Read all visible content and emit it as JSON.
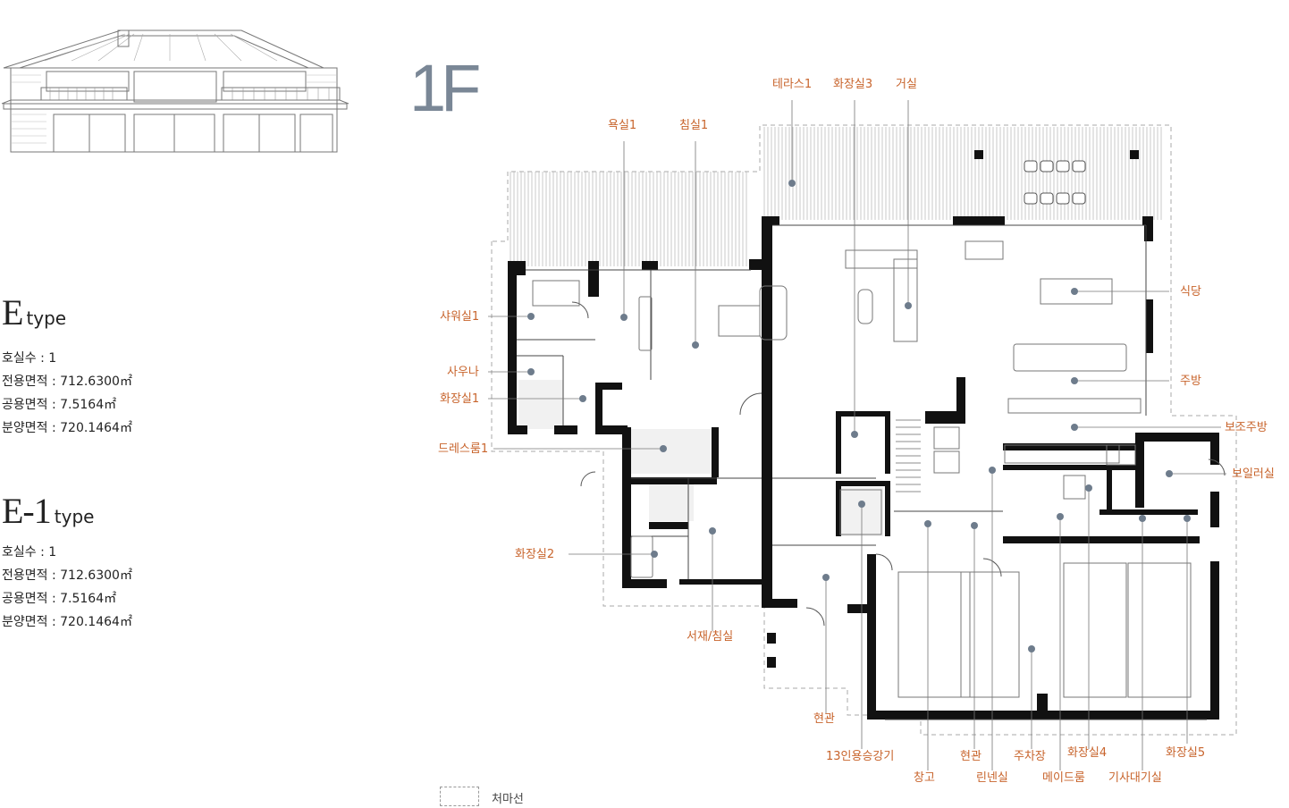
{
  "floor_label": "1F",
  "types": [
    {
      "name": "E",
      "suffix": "type",
      "specs": [
        "호실수 : 1",
        "전용면적 : 712.6300㎡",
        "공용면적 : 7.5164㎡",
        "분양면적 : 720.1464㎡"
      ]
    },
    {
      "name": "E-1",
      "suffix": "type",
      "specs": [
        "호실수 : 1",
        "전용면적 : 712.6300㎡",
        "공용면적 : 7.5164㎡",
        "분양면적 : 720.1464㎡"
      ]
    }
  ],
  "rooms": {
    "terrace1": "테라스1",
    "powder3": "화장실3",
    "living": "거실",
    "bath1": "욕실1",
    "bed1": "침실1",
    "shower1": "샤워실1",
    "dining": "식당",
    "sauna": "사우나",
    "powder1": "화장실1",
    "kitchen": "주방",
    "sub_kitchen": "보조주방",
    "dress1": "드레스룸1",
    "boiler": "보일러실",
    "powder2": "화장실2",
    "study": "서재/침실",
    "entrance_main": "현관",
    "elevator": "13인용승강기",
    "entrance2": "현관",
    "parking": "주차장",
    "powder4": "화장실4",
    "powder5": "화장실5",
    "storage": "창고",
    "linen": "린넨실",
    "maid": "메이드룸",
    "driver": "기사대기실"
  },
  "legend": {
    "eaves_line": "처마선"
  },
  "colors": {
    "label": "#c8642c",
    "wall": "#111111",
    "dot": "#6e7c8c",
    "floor_title": "#7a8796"
  }
}
